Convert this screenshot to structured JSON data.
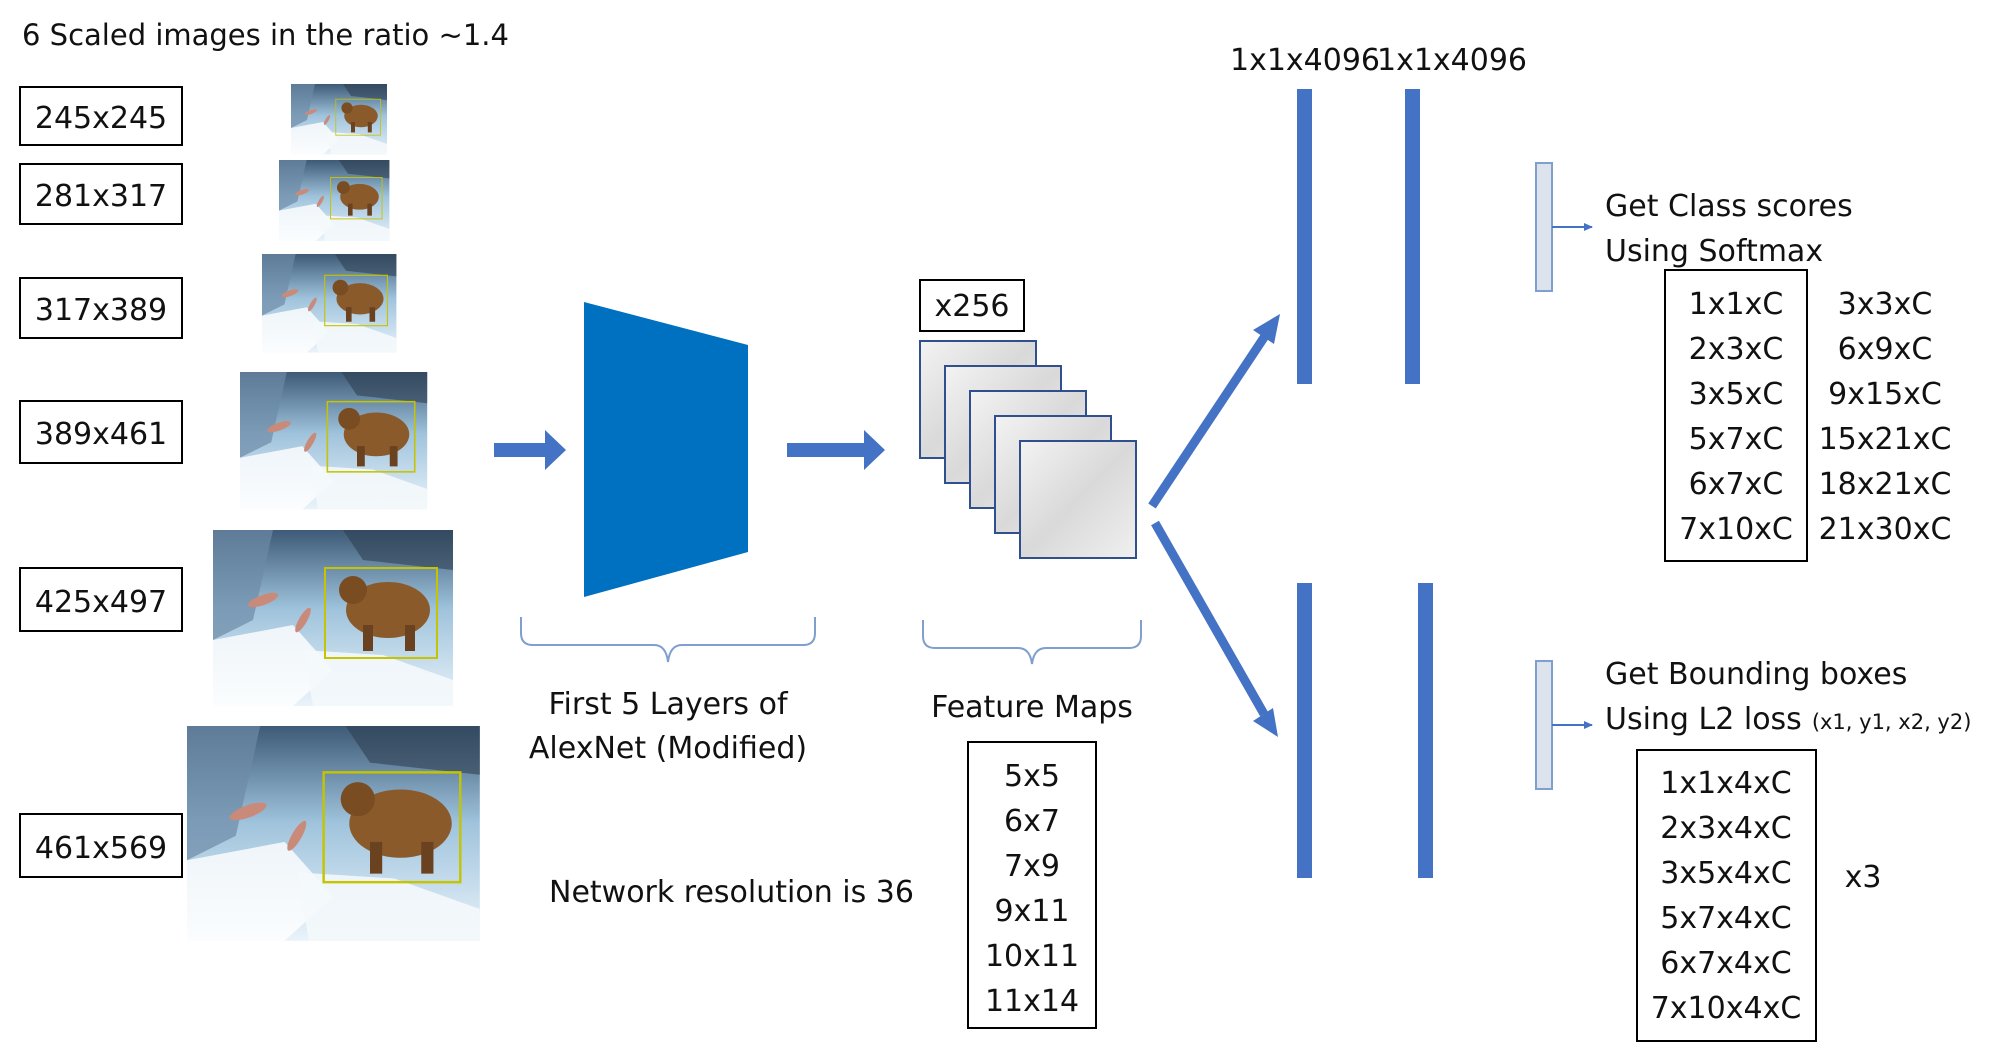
{
  "title": "6 Scaled images in the ratio ~1.4",
  "scales": [
    "245x245",
    "281x317",
    "317x389",
    "389x461",
    "425x497",
    "461x569"
  ],
  "network": {
    "label_line1": "First 5 Layers of",
    "label_line2": "AlexNet (Modified)",
    "resolution_note": "Network resolution is 36",
    "color": "#0070c0"
  },
  "feature_maps": {
    "count_label": "x256",
    "label": "Feature Maps",
    "sizes": [
      "5x5",
      "6x7",
      "7x9",
      "9x11",
      "10x11",
      "11x14"
    ]
  },
  "fc_layers": {
    "label_1": "1x1x4096",
    "label_2": "1x1x4096",
    "color": "#4472c4"
  },
  "class_branch": {
    "line1": "Get Class scores",
    "line2": "Using Softmax",
    "sizes_boxed": [
      "1x1xC",
      "2x3xC",
      "3x5xC",
      "5x7xC",
      "6x7xC",
      "7x10xC"
    ],
    "sizes_plain": [
      "3x3xC",
      "6x9xC",
      "9x15xC",
      "15x21xC",
      "18x21xC",
      "21x30xC"
    ]
  },
  "bbox_branch": {
    "line1": "Get Bounding boxes",
    "line2": "Using L2 loss",
    "coords_note": "(x1, y1, x2, y2)",
    "sizes_boxed": [
      "1x1x4xC",
      "2x3x4xC",
      "3x5x4xC",
      "5x7x4xC",
      "6x7x4xC",
      "7x10x4xC"
    ],
    "multiplier": "x3"
  }
}
